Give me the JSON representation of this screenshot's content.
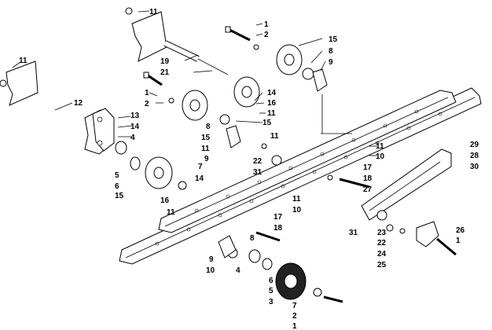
{
  "diagram": {
    "callouts": [
      {
        "id": "c1",
        "text": "11"
      },
      {
        "id": "c2",
        "text": "1"
      },
      {
        "id": "c3",
        "text": "2"
      },
      {
        "id": "c4",
        "text": "15"
      },
      {
        "id": "c5",
        "text": "8"
      },
      {
        "id": "c6",
        "text": "9"
      },
      {
        "id": "c7",
        "text": "19"
      },
      {
        "id": "c8",
        "text": "21"
      },
      {
        "id": "c9",
        "text": "11"
      },
      {
        "id": "c10",
        "text": "12"
      },
      {
        "id": "c11",
        "text": "1"
      },
      {
        "id": "c12",
        "text": "2"
      },
      {
        "id": "c13",
        "text": "14"
      },
      {
        "id": "c14",
        "text": "16"
      },
      {
        "id": "c15",
        "text": "11"
      },
      {
        "id": "c16",
        "text": "13"
      },
      {
        "id": "c17",
        "text": "15"
      },
      {
        "id": "c18",
        "text": "14"
      },
      {
        "id": "c19",
        "text": "4"
      },
      {
        "id": "c20",
        "text": "8"
      },
      {
        "id": "c21",
        "text": "15"
      },
      {
        "id": "c22",
        "text": "11"
      },
      {
        "id": "c23",
        "text": "9"
      },
      {
        "id": "c24",
        "text": "11"
      },
      {
        "id": "c25",
        "text": "22"
      },
      {
        "id": "c26",
        "text": "31"
      },
      {
        "id": "c27",
        "text": "11"
      },
      {
        "id": "c28",
        "text": "10"
      },
      {
        "id": "c29",
        "text": "29"
      },
      {
        "id": "c30",
        "text": "28"
      },
      {
        "id": "c31",
        "text": "30"
      },
      {
        "id": "c32",
        "text": "5"
      },
      {
        "id": "c33",
        "text": "7"
      },
      {
        "id": "c34",
        "text": "6"
      },
      {
        "id": "c35",
        "text": "14"
      },
      {
        "id": "c36",
        "text": "15"
      },
      {
        "id": "c37",
        "text": "17"
      },
      {
        "id": "c38",
        "text": "18"
      },
      {
        "id": "c39",
        "text": "27"
      },
      {
        "id": "c40",
        "text": "16"
      },
      {
        "id": "c41",
        "text": "11"
      },
      {
        "id": "c42",
        "text": "10"
      },
      {
        "id": "c43",
        "text": "11"
      },
      {
        "id": "c44",
        "text": "17"
      },
      {
        "id": "c45",
        "text": "18"
      },
      {
        "id": "c46",
        "text": "31"
      },
      {
        "id": "c47",
        "text": "23"
      },
      {
        "id": "c48",
        "text": "22"
      },
      {
        "id": "c49",
        "text": "24"
      },
      {
        "id": "c50",
        "text": "25"
      },
      {
        "id": "c51",
        "text": "26"
      },
      {
        "id": "c52",
        "text": "1"
      },
      {
        "id": "c53",
        "text": "8"
      },
      {
        "id": "c54",
        "text": "9"
      },
      {
        "id": "c55",
        "text": "10"
      },
      {
        "id": "c56",
        "text": "4"
      },
      {
        "id": "c57",
        "text": "6"
      },
      {
        "id": "c58",
        "text": "5"
      },
      {
        "id": "c59",
        "text": "3"
      },
      {
        "id": "c60",
        "text": "7"
      },
      {
        "id": "c61",
        "text": "2"
      },
      {
        "id": "c62",
        "text": "1"
      }
    ]
  }
}
